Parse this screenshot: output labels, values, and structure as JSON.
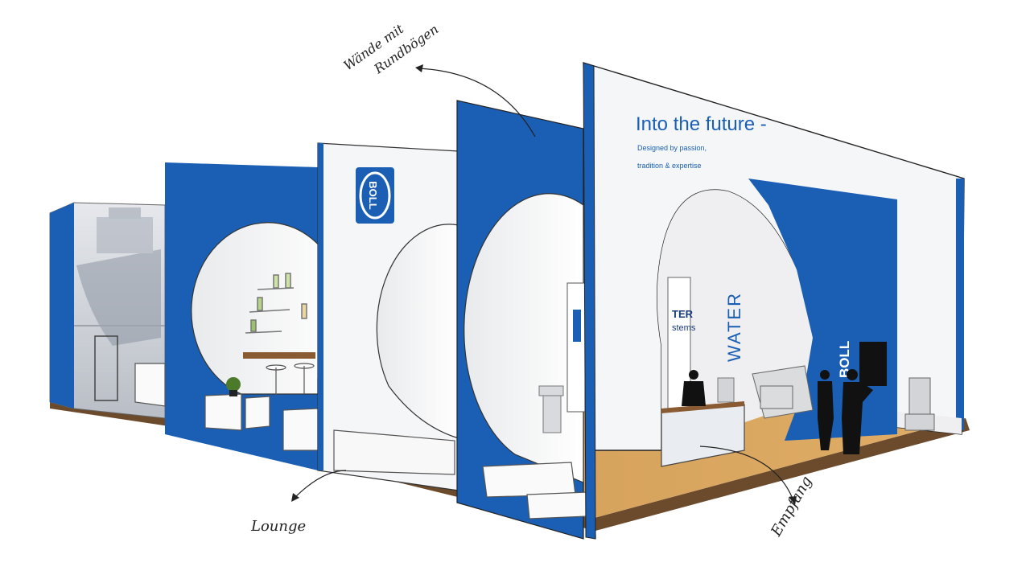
{
  "headline": {
    "title": "Into the future -",
    "line1": "Designed by passion,",
    "line2": "tradition & expertise"
  },
  "signage": {
    "water": "WATER",
    "water_systems_1": "TER",
    "water_systems_2": "stems",
    "brand_side": "BOLL"
  },
  "annotations": {
    "walls_line1": "Wände mit",
    "walls_line2": "Rundbögen",
    "lounge": "Lounge",
    "reception": "Empfang"
  },
  "colors": {
    "brand_blue": "#1a5fb4",
    "wall_white": "#f3f4f6",
    "floor": "#d9a35a",
    "floor_edge": "#6b4b2c"
  }
}
